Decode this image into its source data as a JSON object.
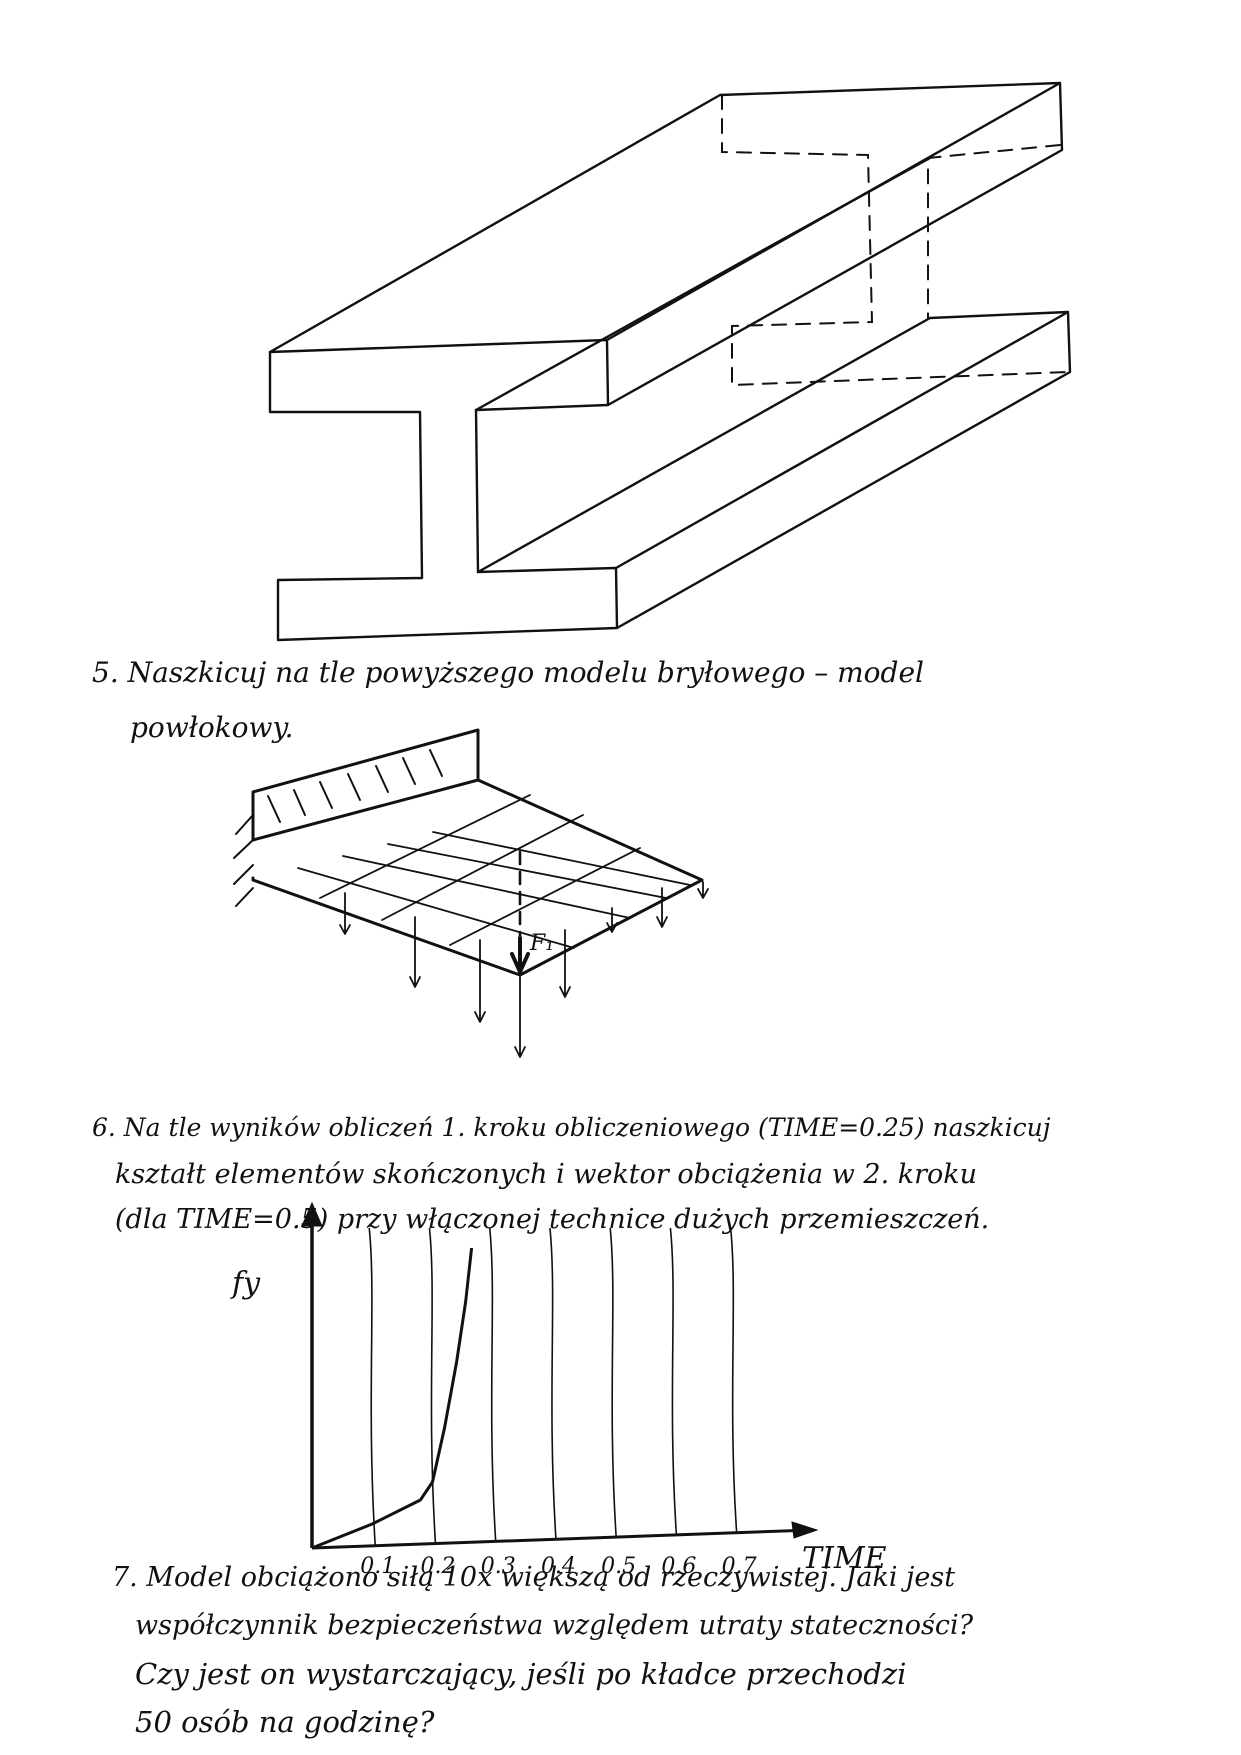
{
  "question5": {
    "line1": "5. Naszkicuj na tle powyższego modelu bryłowego – model",
    "line2": "powłokowy."
  },
  "plate_force_label": "F₁",
  "question6": {
    "line1": "6. Na tle wyników obliczeń 1. kroku obliczeniowego (TIME=0.25) naszkicuj",
    "line2": "kształt elementów skończonych i wektor obciążenia w 2. kroku",
    "line3": "(dla TIME=0.5) przy włączonej technice dużych przemieszczeń."
  },
  "chart_data": {
    "type": "line",
    "ylabel": "fy",
    "xlabel": "TIME",
    "x_ticks": [
      "0.1",
      "0.2",
      "0.3",
      "0.4",
      "0.5",
      "0.6",
      "0.7"
    ],
    "xlim": [
      0,
      0.75
    ],
    "ylim": [
      0,
      1
    ],
    "series": [
      {
        "x": [
          0.0,
          0.1,
          0.18,
          0.2,
          0.22,
          0.24,
          0.255,
          0.265
        ],
        "y": [
          0.0,
          0.08,
          0.16,
          0.22,
          0.4,
          0.62,
          0.82,
          1.0
        ]
      }
    ]
  },
  "question7": {
    "line1": "7. Model obciążono siłą 10x większą od rzeczywistej. Jaki jest",
    "line2": "współczynnik bezpieczeństwa względem utraty stateczności?",
    "line3": "Czy jest on wystarczający, jeśli po kładce przechodzi",
    "line4": "50 osób na godzinę?"
  }
}
